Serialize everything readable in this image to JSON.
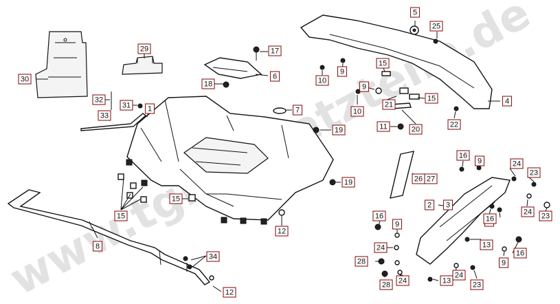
{
  "watermark": "www.tgb-ersatzteile.de",
  "colors": {
    "callout_border": "#8b1a1a",
    "line": "#111111",
    "watermark": "#e2e2e2"
  },
  "callouts": [
    {
      "label": "1"
    },
    {
      "label": "2"
    },
    {
      "label": "3"
    },
    {
      "label": "4"
    },
    {
      "label": "5"
    },
    {
      "label": "6"
    },
    {
      "label": "7"
    },
    {
      "label": "8"
    },
    {
      "label": "9"
    },
    {
      "label": "9"
    },
    {
      "label": "9"
    },
    {
      "label": "9"
    },
    {
      "label": "9"
    },
    {
      "label": "9"
    },
    {
      "label": "10"
    },
    {
      "label": "10"
    },
    {
      "label": "11"
    },
    {
      "label": "12"
    },
    {
      "label": "12"
    },
    {
      "label": "13"
    },
    {
      "label": "13"
    },
    {
      "label": "15"
    },
    {
      "label": "15"
    },
    {
      "label": "15"
    },
    {
      "label": "15"
    },
    {
      "label": "16"
    },
    {
      "label": "16"
    },
    {
      "label": "16"
    },
    {
      "label": "16"
    },
    {
      "label": "17"
    },
    {
      "label": "18"
    },
    {
      "label": "19"
    },
    {
      "label": "19"
    },
    {
      "label": "20"
    },
    {
      "label": "21"
    },
    {
      "label": "22"
    },
    {
      "label": "23"
    },
    {
      "label": "23"
    },
    {
      "label": "23"
    },
    {
      "label": "24"
    },
    {
      "label": "24"
    },
    {
      "label": "24"
    },
    {
      "label": "24"
    },
    {
      "label": "24"
    },
    {
      "label": "25"
    },
    {
      "label": "26"
    },
    {
      "label": "27"
    },
    {
      "label": "28"
    },
    {
      "label": "28"
    },
    {
      "label": "29"
    },
    {
      "label": "30"
    },
    {
      "label": "31"
    },
    {
      "label": "32"
    },
    {
      "label": "33"
    },
    {
      "label": "34"
    }
  ]
}
